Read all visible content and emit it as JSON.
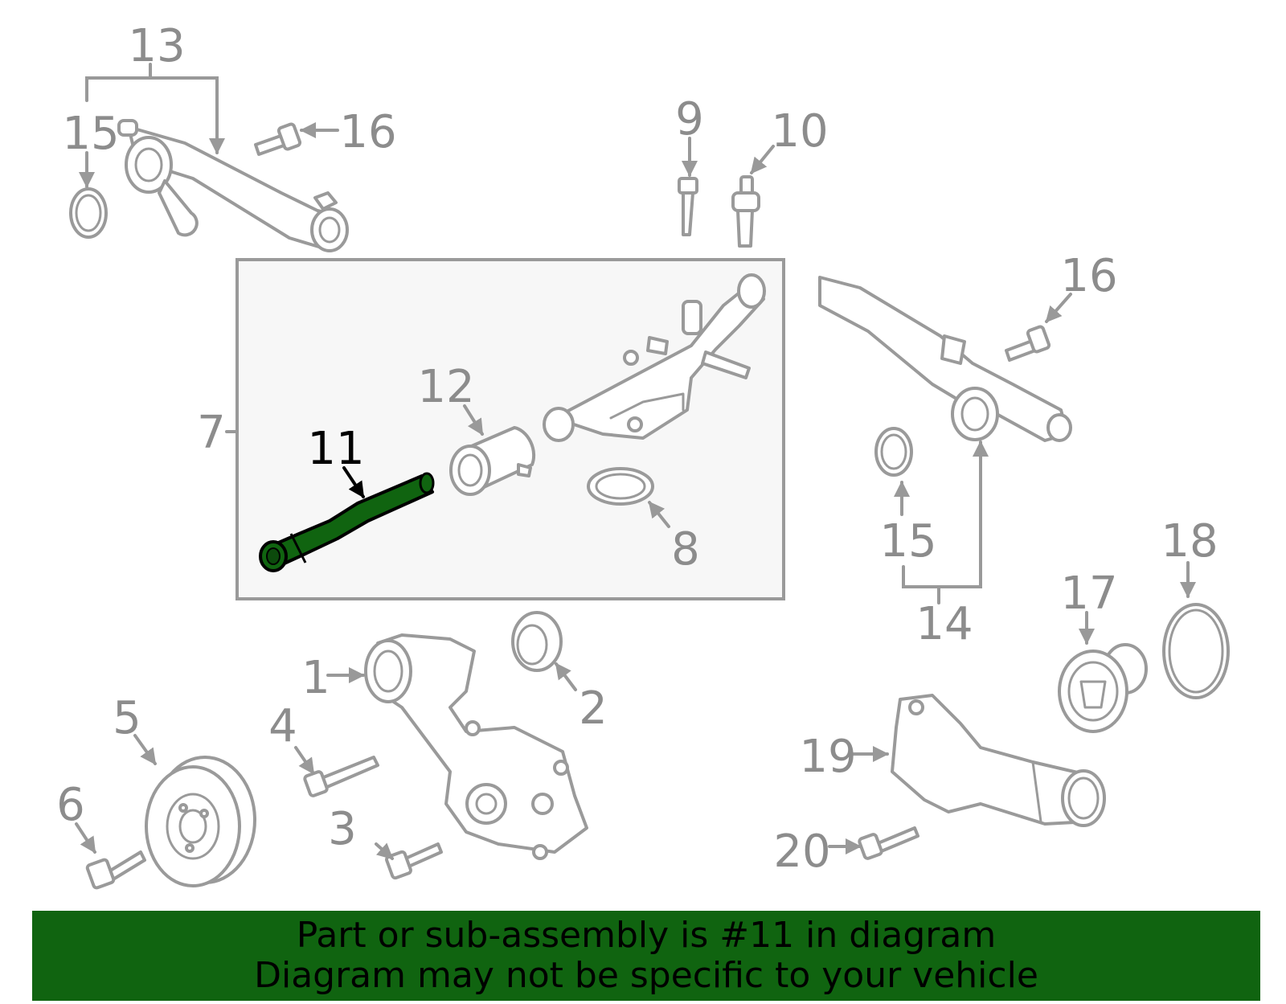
{
  "callouts": {
    "n1": "1",
    "n2": "2",
    "n3": "3",
    "n4": "4",
    "n5": "5",
    "n6": "6",
    "n7": "7",
    "n8": "8",
    "n9": "9",
    "n10": "10",
    "n11": "11",
    "n12": "12",
    "n13": "13",
    "n14": "14",
    "n15a": "15",
    "n15b": "15",
    "n16a": "16",
    "n16b": "16",
    "n17": "17",
    "n18": "18",
    "n19": "19",
    "n20": "20"
  },
  "highlighted_part": "11",
  "banner": {
    "line1": "Part or sub-assembly is #11 in diagram",
    "line2": "Diagram may not be specific to your vehicle"
  },
  "colors": {
    "highlight": "#106410",
    "banner_bg": "#106410",
    "part_outline": "#9a9a9a",
    "assembly_box_bg": "#f7f7f7"
  }
}
